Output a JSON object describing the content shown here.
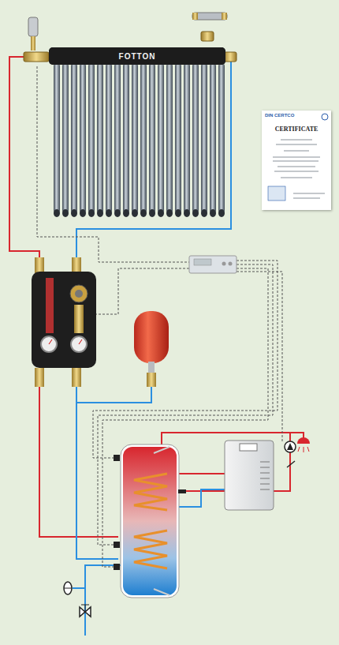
{
  "diagram": {
    "nodes": [
      {
        "text": [
          "FOTTON"
        ]
      },
      {
        "text": [
          "DIN CERTCO",
          "CERTIFICATE"
        ]
      }
    ]
  }
}
